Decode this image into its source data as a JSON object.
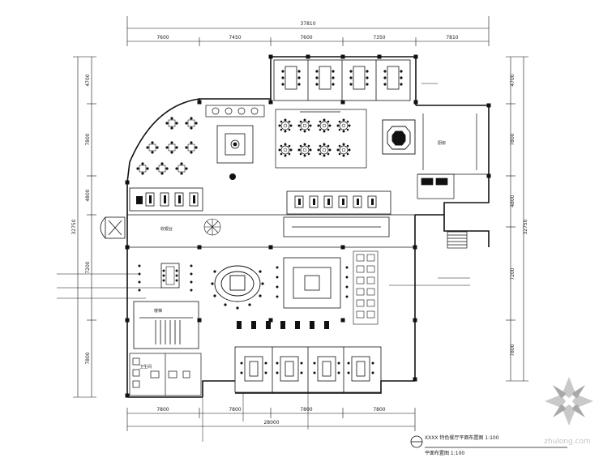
{
  "plan": {
    "dims_top_total": "37810",
    "dims_top": [
      "7600",
      "7450",
      "7600",
      "7350",
      "7810"
    ],
    "dims_bottom_total": "28000",
    "dims_bottom": [
      "7800",
      "7800",
      "7800",
      "7800"
    ],
    "dims_left_total": "32750",
    "dims_left": [
      "4700",
      "7800",
      "4800",
      "7200",
      "7800"
    ],
    "dims_right_total": "32750",
    "dims_right": [
      "4700",
      "7800",
      "4800",
      "7200",
      "7800"
    ],
    "room_labels": [
      "卫生间",
      "厨房",
      "收银台",
      "楼梯"
    ],
    "caption_line1": "XXXX 特色餐厅平面布置图 1:100",
    "caption_line2": "平面布置图 1:100"
  },
  "watermark": {
    "text": "zhulong.com",
    "colors": [
      "#c9c9c9",
      "#a8a8a8"
    ]
  }
}
